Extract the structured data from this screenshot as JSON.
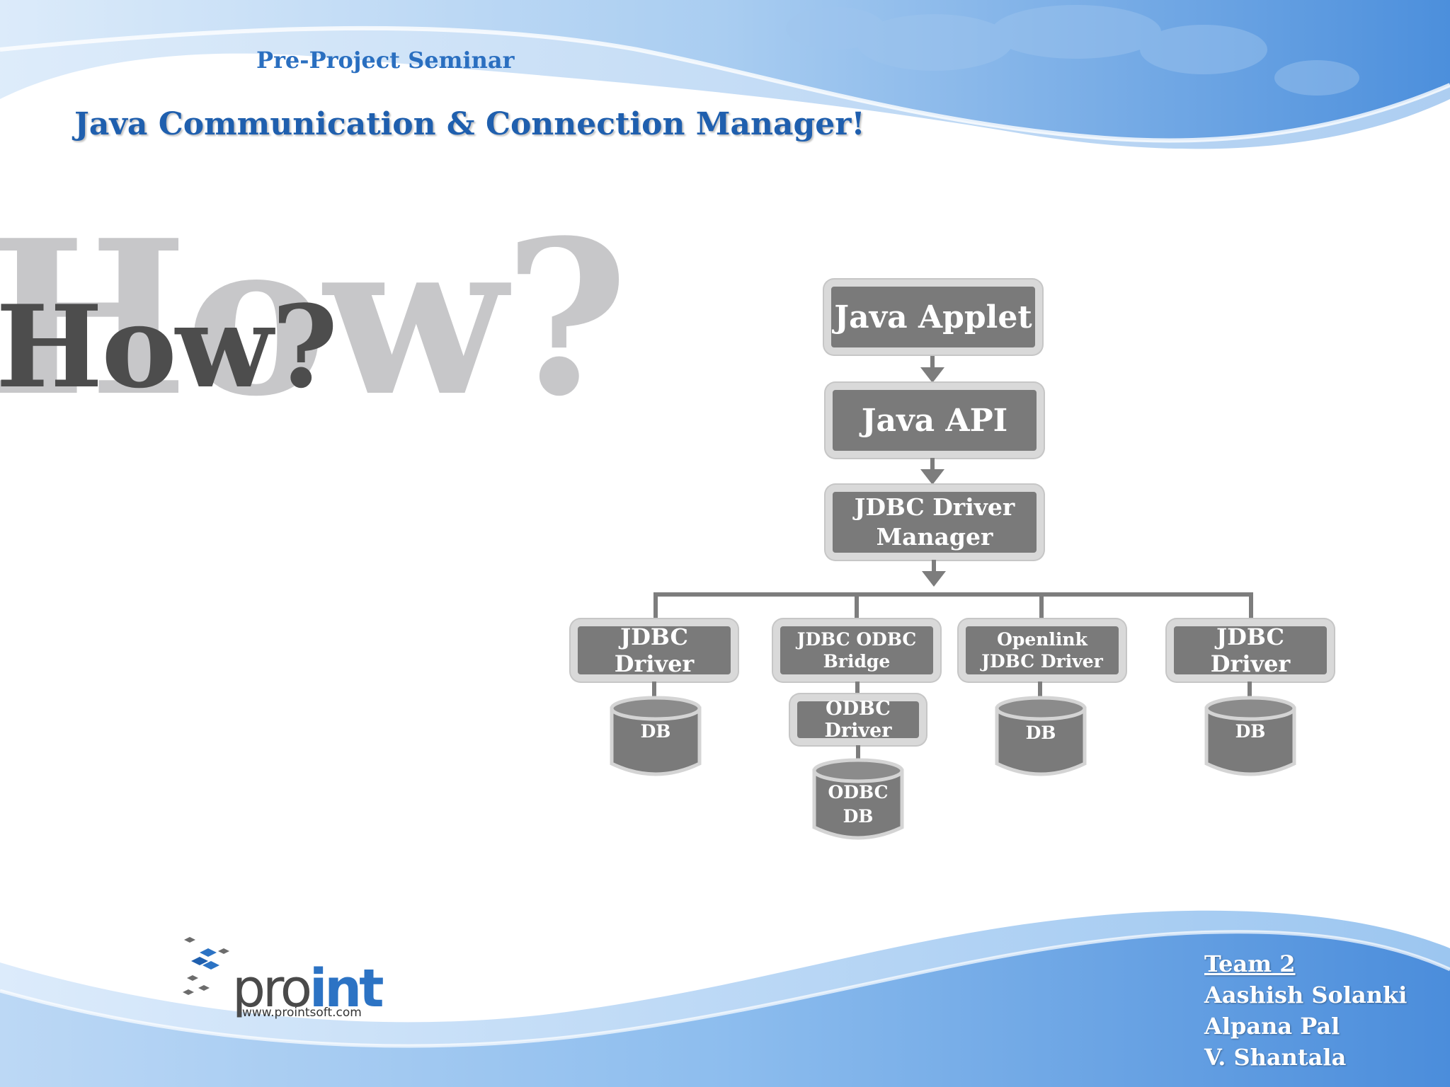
{
  "header": {
    "pre_title": "Pre-Project Seminar",
    "title": "Java Communication & Connection Manager!"
  },
  "heading": {
    "big_watermark": "How?",
    "main": "How?"
  },
  "diagram": {
    "java_applet": "Java Applet",
    "java_api": "Java API",
    "driver_manager_line1": "JDBC Driver",
    "driver_manager_line2": "Manager",
    "drivers": [
      {
        "line1": "JDBC Driver",
        "line2": ""
      },
      {
        "line1": "JDBC ODBC",
        "line2": "Bridge"
      },
      {
        "line1": "Openlink",
        "line2": "JDBC Driver"
      },
      {
        "line1": "JDBC Driver",
        "line2": ""
      }
    ],
    "odbc_driver": "ODBC Driver",
    "databases": [
      "DB",
      "DB",
      "DB"
    ],
    "odbc_db_line1": "ODBC",
    "odbc_db_line2": "DB"
  },
  "logo": {
    "brand_pro": "pro",
    "brand_int": "int",
    "url": "www.prointsoft.com"
  },
  "team": {
    "heading": "Team 2",
    "members": [
      "Aashish Solanki",
      "Alpana Pal",
      "V. Shantala"
    ]
  },
  "colors": {
    "title_blue": "#1f5fae",
    "box_gray": "#7a7a7a",
    "wave_blue": "#5a9ae0"
  }
}
